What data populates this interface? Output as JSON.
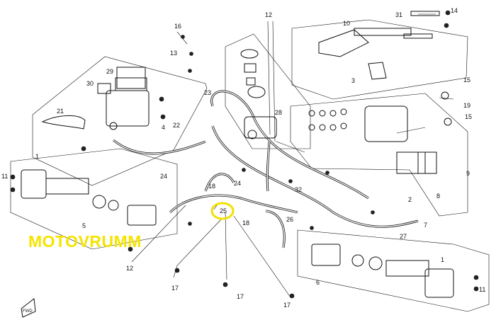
{
  "diagram": {
    "callouts": [
      {
        "id": "c1a",
        "label": "1"
      },
      {
        "id": "c1b",
        "label": "1"
      },
      {
        "id": "c2",
        "label": "2"
      },
      {
        "id": "c3",
        "label": "3"
      },
      {
        "id": "c4",
        "label": "4"
      },
      {
        "id": "c5",
        "label": "5"
      },
      {
        "id": "c6",
        "label": "6"
      },
      {
        "id": "c7",
        "label": "7"
      },
      {
        "id": "c8",
        "label": "8"
      },
      {
        "id": "c9",
        "label": "9"
      },
      {
        "id": "c10",
        "label": "10"
      },
      {
        "id": "c11a",
        "label": "11"
      },
      {
        "id": "c11b",
        "label": "11"
      },
      {
        "id": "c12a",
        "label": "12"
      },
      {
        "id": "c12b",
        "label": "12"
      },
      {
        "id": "c13",
        "label": "13"
      },
      {
        "id": "c14",
        "label": "14"
      },
      {
        "id": "c15",
        "label": "15"
      },
      {
        "id": "c15b",
        "label": "15"
      },
      {
        "id": "c16",
        "label": "16"
      },
      {
        "id": "c17a",
        "label": "17"
      },
      {
        "id": "c17b",
        "label": "17"
      },
      {
        "id": "c17c",
        "label": "17"
      },
      {
        "id": "c18a",
        "label": "18"
      },
      {
        "id": "c18b",
        "label": "18"
      },
      {
        "id": "c19",
        "label": "19"
      },
      {
        "id": "c21",
        "label": "21"
      },
      {
        "id": "c22",
        "label": "22"
      },
      {
        "id": "c23",
        "label": "23"
      },
      {
        "id": "c24a",
        "label": "24"
      },
      {
        "id": "c24b",
        "label": "24"
      },
      {
        "id": "c25",
        "label": "25"
      },
      {
        "id": "c26",
        "label": "26"
      },
      {
        "id": "c27",
        "label": "27"
      },
      {
        "id": "c28",
        "label": "28"
      },
      {
        "id": "c29",
        "label": "29"
      },
      {
        "id": "c30",
        "label": "30"
      },
      {
        "id": "c31",
        "label": "31"
      },
      {
        "id": "c32",
        "label": "32"
      }
    ],
    "highlight_color": "#f2e100",
    "watermark": {
      "text": "MOTOVRUMM",
      "color": "#f5e400"
    },
    "corner_logo": "FWD"
  }
}
